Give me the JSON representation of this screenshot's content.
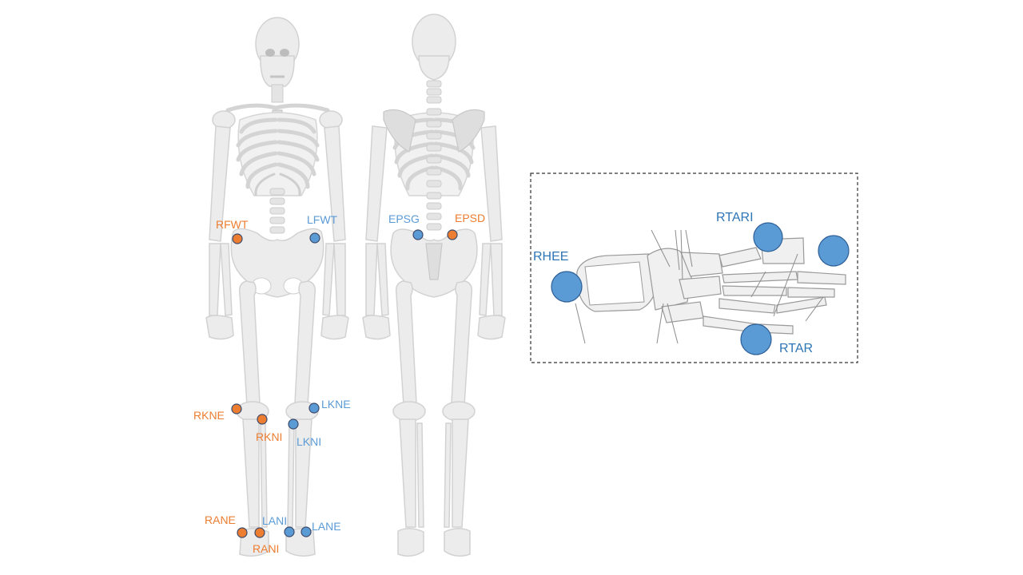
{
  "colors": {
    "orange": "#ED7D31",
    "blue": "#5B9BD5",
    "label_orange": "#ED7D31",
    "label_blue": "#5B9BD5",
    "inset_label_blue": "#2E75B6"
  },
  "front_markers": [
    {
      "id": "RFWT",
      "label": "RFWT",
      "color": "orange"
    },
    {
      "id": "LFWT",
      "label": "LFWT",
      "color": "blue"
    },
    {
      "id": "RKNE",
      "label": "RKNE",
      "color": "orange"
    },
    {
      "id": "RKNI",
      "label": "RKNI",
      "color": "orange"
    },
    {
      "id": "LKNI",
      "label": "LKNI",
      "color": "blue"
    },
    {
      "id": "LKNE",
      "label": "LKNE",
      "color": "blue"
    },
    {
      "id": "RANE",
      "label": "RANE",
      "color": "orange"
    },
    {
      "id": "RANI",
      "label": "RANI",
      "color": "orange"
    },
    {
      "id": "LANI",
      "label": "LANI",
      "color": "blue"
    },
    {
      "id": "LANE",
      "label": "LANE",
      "color": "blue"
    }
  ],
  "back_markers": [
    {
      "id": "EPSG",
      "label": "EPSG",
      "color": "blue"
    },
    {
      "id": "EPSD",
      "label": "EPSD",
      "color": "orange"
    }
  ],
  "foot_markers": [
    {
      "id": "RHEE",
      "label": "RHEE",
      "color": "blue"
    },
    {
      "id": "RTARI",
      "label": "RTARI",
      "color": "blue"
    },
    {
      "id": "RTAR",
      "label": "RTAR",
      "color": "blue"
    }
  ]
}
